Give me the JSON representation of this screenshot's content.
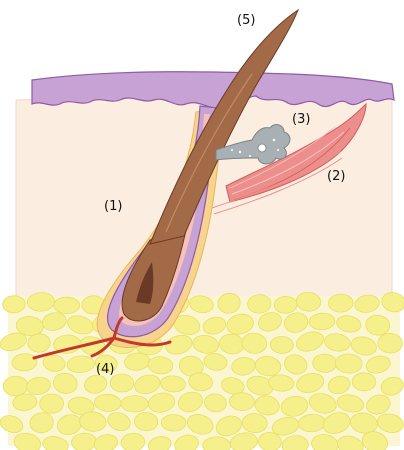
{
  "labels": {
    "l1": "(1)",
    "l2": "(2)",
    "l3": "(3)",
    "l4": "(4)",
    "l5": "(5)"
  },
  "colors": {
    "dermis": "#fbeee1",
    "epidermis": "#c7a2d4",
    "epidermis_edge": "#8f5ba3",
    "fat": "#f6f08c",
    "fat_edge": "#e3d95a",
    "hair": "#a36a48",
    "hair_dark": "#6b3a26",
    "sheath_pink": "#f6c1b7",
    "sheath_yellow": "#f7d38b",
    "muscle": "#ec8f8c",
    "gland": "#a8b0b4",
    "blood": "#c0392b"
  }
}
